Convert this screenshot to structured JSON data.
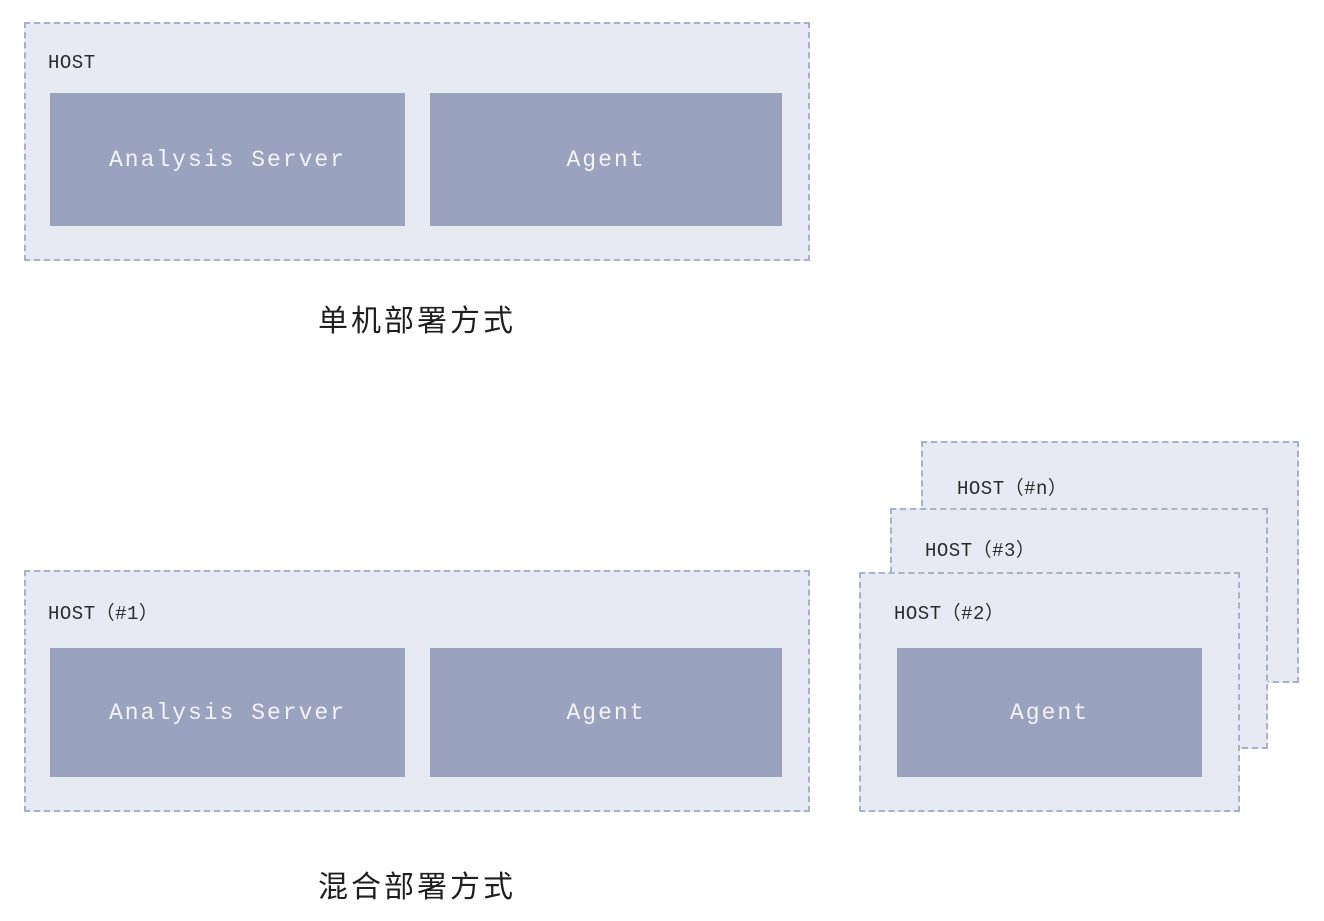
{
  "diagram": {
    "title_visible": false,
    "colors": {
      "host_fill": "#e7eaf2",
      "host_border": "#a9b1c6",
      "unit_fill": "#9aa3bd",
      "unit_text": "#f2f4fa",
      "label_text": "#2b2b2b",
      "caption_text": "#1f1f1f",
      "page_background": "#ffffff"
    },
    "sections": [
      {
        "id": "single-machine",
        "caption": "单机部署方式",
        "hosts": [
          {
            "id": "host",
            "label": "HOST",
            "units": [
              {
                "id": "analysis-server",
                "label": "Analysis Server"
              },
              {
                "id": "agent",
                "label": "Agent"
              }
            ]
          }
        ]
      },
      {
        "id": "hybrid",
        "caption": "混合部署方式",
        "hosts": [
          {
            "id": "host-1",
            "label": "HOST（#1）",
            "units": [
              {
                "id": "analysis-server",
                "label": "Analysis Server"
              },
              {
                "id": "agent",
                "label": "Agent"
              }
            ]
          },
          {
            "id": "host-2",
            "label": "HOST（#2）",
            "units": [
              {
                "id": "agent",
                "label": "Agent"
              }
            ]
          },
          {
            "id": "host-3",
            "label": "HOST（#3）",
            "units": []
          },
          {
            "id": "host-n",
            "label": "HOST（#n）",
            "units": []
          }
        ]
      }
    ]
  }
}
